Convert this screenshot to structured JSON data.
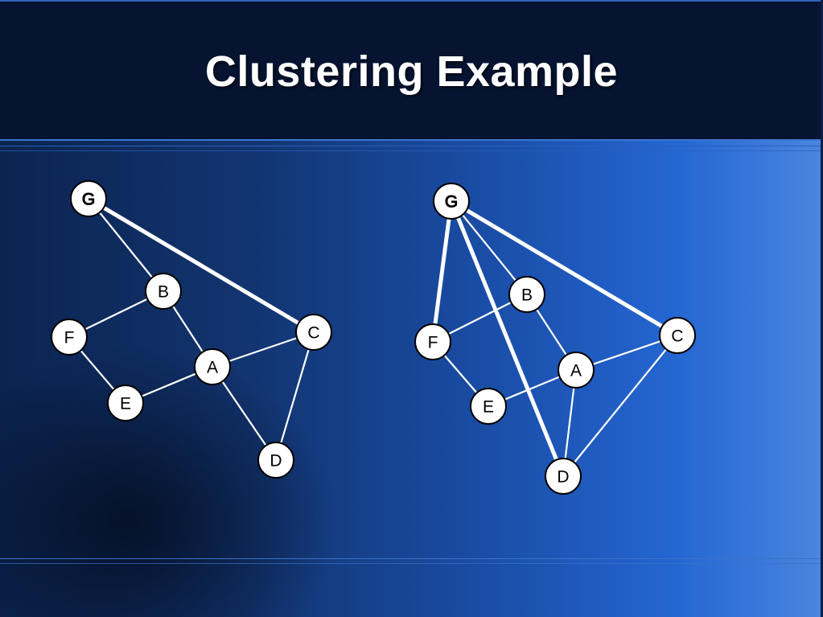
{
  "slide": {
    "title": "Clustering Example"
  },
  "colors": {
    "header_bg": "#061431",
    "title": "#ffffff",
    "node_fill": "#ffffff",
    "node_stroke": "#000000",
    "edge": "#ffffff"
  },
  "graphs": [
    {
      "nodes": [
        {
          "id": "G",
          "label": "G"
        },
        {
          "id": "B",
          "label": "B"
        },
        {
          "id": "F",
          "label": "F"
        },
        {
          "id": "C",
          "label": "C"
        },
        {
          "id": "A",
          "label": "A"
        },
        {
          "id": "E",
          "label": "E"
        },
        {
          "id": "D",
          "label": "D"
        }
      ],
      "edges": [
        {
          "from": "G",
          "to": "B",
          "weight": "normal"
        },
        {
          "from": "G",
          "to": "C",
          "weight": "heavy"
        },
        {
          "from": "B",
          "to": "F",
          "weight": "normal"
        },
        {
          "from": "B",
          "to": "A",
          "weight": "normal"
        },
        {
          "from": "F",
          "to": "E",
          "weight": "normal"
        },
        {
          "from": "E",
          "to": "A",
          "weight": "normal"
        },
        {
          "from": "A",
          "to": "C",
          "weight": "normal"
        },
        {
          "from": "A",
          "to": "D",
          "weight": "normal"
        },
        {
          "from": "C",
          "to": "D",
          "weight": "normal"
        }
      ]
    },
    {
      "nodes": [
        {
          "id": "G",
          "label": "G"
        },
        {
          "id": "B",
          "label": "B"
        },
        {
          "id": "F",
          "label": "F"
        },
        {
          "id": "C",
          "label": "C"
        },
        {
          "id": "A",
          "label": "A"
        },
        {
          "id": "E",
          "label": "E"
        },
        {
          "id": "D",
          "label": "D"
        }
      ],
      "edges": [
        {
          "from": "G",
          "to": "B",
          "weight": "normal"
        },
        {
          "from": "G",
          "to": "C",
          "weight": "heavy"
        },
        {
          "from": "G",
          "to": "F",
          "weight": "heavy"
        },
        {
          "from": "G",
          "to": "D",
          "weight": "heavy"
        },
        {
          "from": "B",
          "to": "F",
          "weight": "normal"
        },
        {
          "from": "B",
          "to": "A",
          "weight": "normal"
        },
        {
          "from": "F",
          "to": "E",
          "weight": "normal"
        },
        {
          "from": "E",
          "to": "A",
          "weight": "normal"
        },
        {
          "from": "A",
          "to": "C",
          "weight": "normal"
        },
        {
          "from": "A",
          "to": "D",
          "weight": "normal"
        },
        {
          "from": "C",
          "to": "D",
          "weight": "normal"
        }
      ]
    }
  ]
}
